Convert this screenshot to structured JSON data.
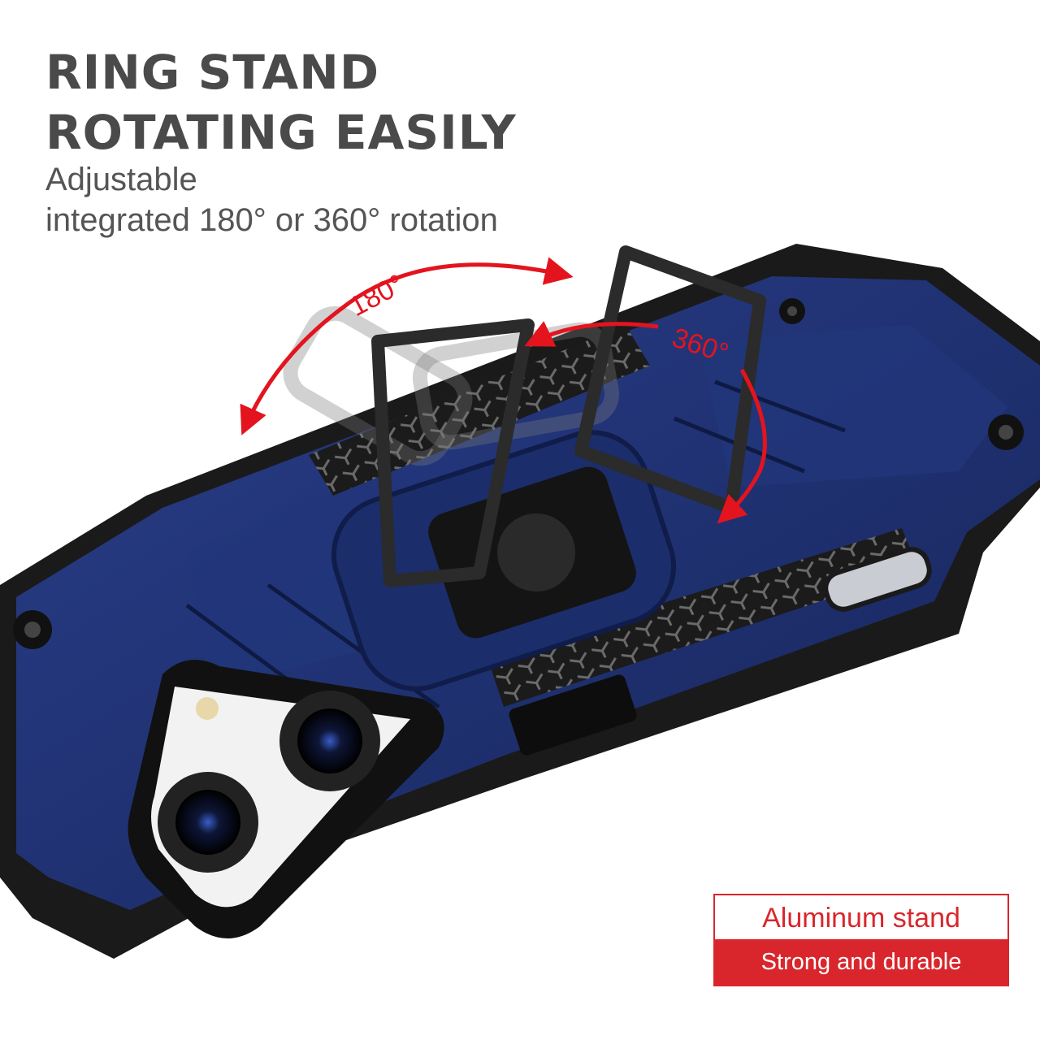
{
  "headline": {
    "line1": "RING STAND",
    "line2": "ROTATING EASILY"
  },
  "subheading": {
    "line1": "Adjustable",
    "line2": "integrated 180° or 360° rotation"
  },
  "rotation_labels": {
    "angle_180": "180°",
    "angle_360": "360°"
  },
  "badge": {
    "title": "Aluminum stand",
    "subtitle": "Strong and durable"
  },
  "colors": {
    "case": "#1d2f6e",
    "bumper": "#1a1a1a",
    "accent": "#d9262c",
    "headline": "#4a4a4a"
  }
}
